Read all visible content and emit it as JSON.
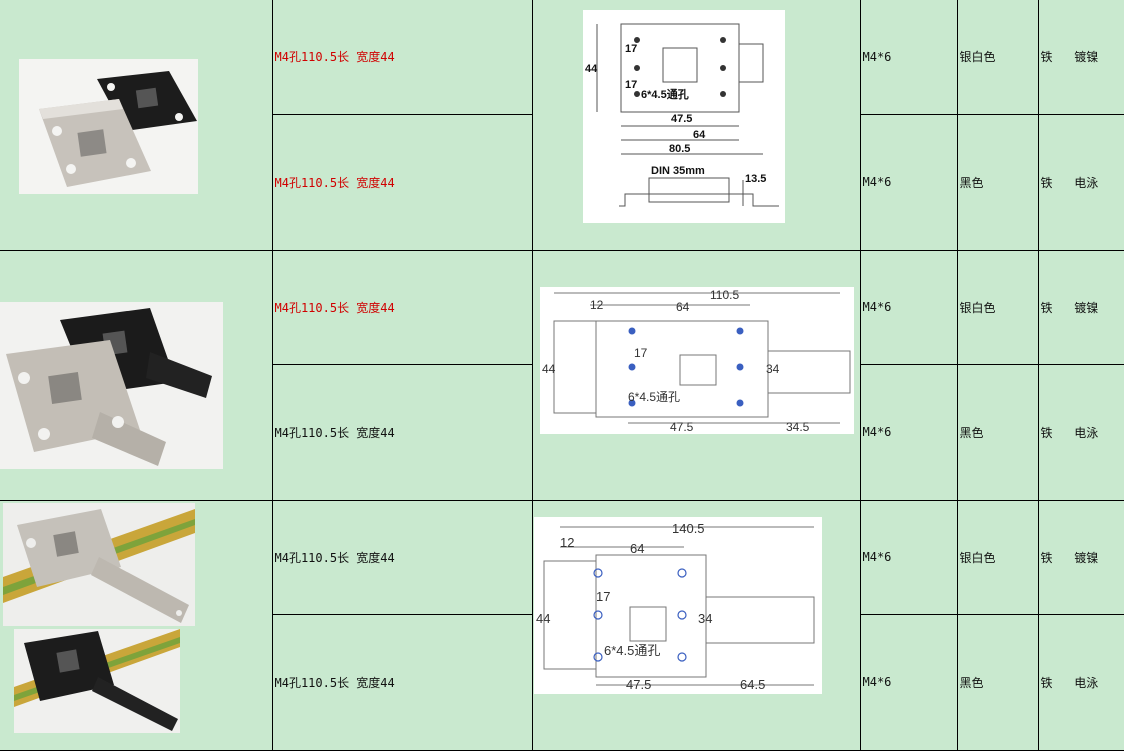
{
  "rows": [
    {
      "spec": "M4孔110.5长 宽度44",
      "spec_color": "red",
      "screw": "M4*6",
      "color": "银白色",
      "material": "铁",
      "finish": "镀镍"
    },
    {
      "spec": "M4孔110.5长 宽度44",
      "spec_color": "red",
      "screw": "M4*6",
      "color": "黑色",
      "material": "铁",
      "finish": "电泳"
    },
    {
      "spec": "M4孔110.5长 宽度44",
      "spec_color": "red",
      "screw": "M4*6",
      "color": "银白色",
      "material": "铁",
      "finish": "镀镍"
    },
    {
      "spec": "M4孔110.5长 宽度44",
      "spec_color": "black",
      "screw": "M4*6",
      "color": "黑色",
      "material": "铁",
      "finish": "电泳"
    },
    {
      "spec": "M4孔110.5长 宽度44",
      "spec_color": "black",
      "screw": "M4*6",
      "color": "银白色",
      "material": "铁",
      "finish": "镀镍"
    },
    {
      "spec": "M4孔110.5长 宽度44",
      "spec_color": "black",
      "screw": "M4*6",
      "color": "黑色",
      "material": "铁",
      "finish": "电泳"
    }
  ],
  "drawings": [
    {
      "dims": {
        "height": "44",
        "hole_pitch_a": "17",
        "hole_pitch_b": "17",
        "hole_note": "6*4.5通孔",
        "inner_width": "47.5",
        "mid_width": "64",
        "total_width": "80.5",
        "rail_label": "DIN 35mm",
        "rail_height": "13.5"
      }
    },
    {
      "dims": {
        "total_length": "110.5",
        "offset": "12",
        "mid_width": "64",
        "height": "44",
        "hole_pitch": "17",
        "right_height": "34",
        "hole_note": "6*4.5通孔",
        "inner_width": "47.5",
        "arm_length": "34.5"
      }
    },
    {
      "dims": {
        "total_length": "140.5",
        "offset": "12",
        "mid_width": "64",
        "height": "44",
        "hole_pitch": "17",
        "right_height": "34",
        "hole_note": "6*4.5通孔",
        "inner_width": "47.5",
        "arm_length": "64.5"
      }
    }
  ]
}
